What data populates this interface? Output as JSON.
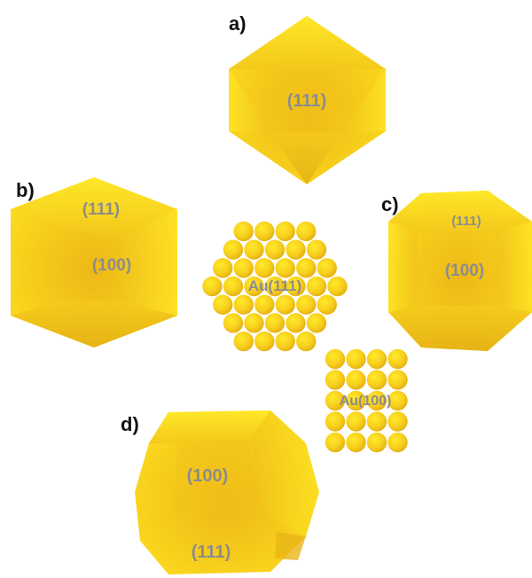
{
  "panels": {
    "a": {
      "label": "a)",
      "facets": [
        "(111)"
      ]
    },
    "b": {
      "label": "b)",
      "facets": [
        "(111)",
        "(100)"
      ]
    },
    "c": {
      "label": "c)",
      "facets": [
        "(111)",
        "(100)"
      ]
    },
    "d": {
      "label": "d)",
      "facets": [
        "(100)",
        "(111)"
      ]
    }
  },
  "surfaces": {
    "au111": {
      "label": "Au(111)",
      "row_counts": [
        4,
        5,
        6,
        7,
        6,
        5,
        4
      ]
    },
    "au100": {
      "label": "Au(100)",
      "rows": 5,
      "cols": 4
    }
  },
  "colors": {
    "gold_light": "#ffe61e",
    "gold_mid": "#f7cf1c",
    "gold_dark": "#e0a712",
    "label_grey": "#8c8c8c"
  }
}
